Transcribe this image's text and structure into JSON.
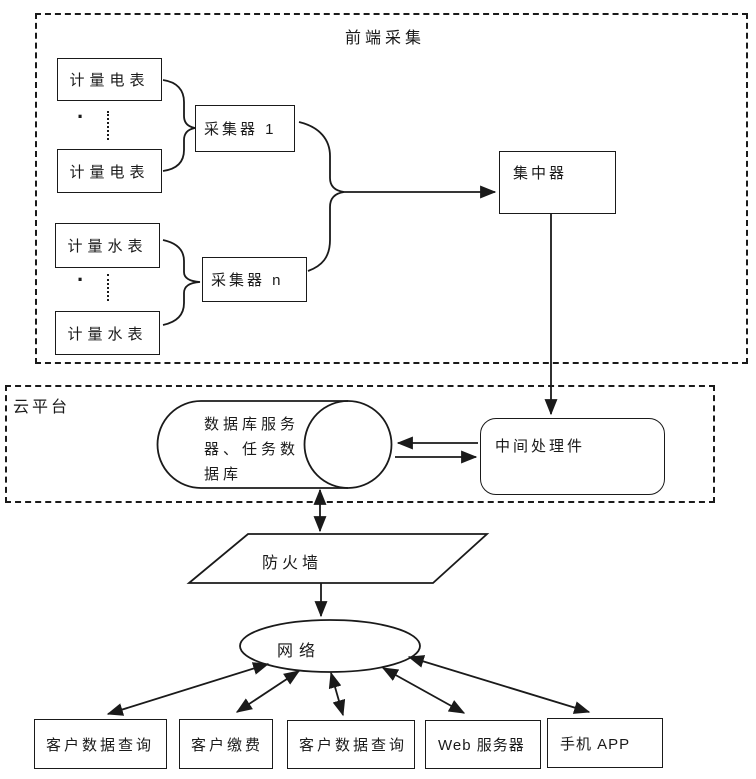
{
  "diagram": {
    "frontend": {
      "title": "前端采集",
      "electric_meter": "计量电表",
      "water_meter": "计量水表",
      "collector_1": "采集器 1",
      "collector_n": "采集器 n",
      "concentrator": "集中器",
      "ellipsis_dot": "·"
    },
    "cloud": {
      "title": "云平台",
      "database_lines": [
        "数据库服务",
        "器、任务数",
        "据库"
      ],
      "database_full": "数据库服务器、任务数据库",
      "middleware": "中间处理件"
    },
    "firewall": "防火墙",
    "network": "网络",
    "terminals": [
      {
        "label": "客户数据查询"
      },
      {
        "label": "客户缴费"
      },
      {
        "label": "客户数据查询"
      },
      {
        "label": "Web 服务器"
      },
      {
        "label": "手机 APP"
      }
    ],
    "colors": {
      "line": "#1a1a1a",
      "background": "#ffffff"
    }
  }
}
